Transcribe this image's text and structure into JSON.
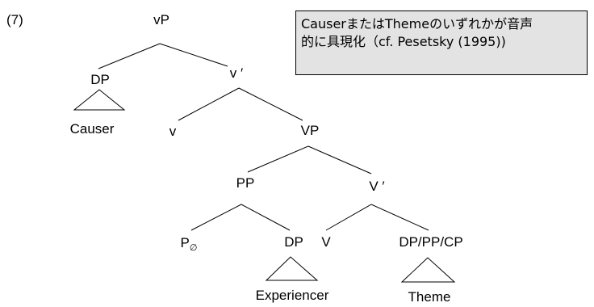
{
  "example_number": "(7)",
  "note": {
    "line1": "CauserまたはThemeのいずれかが音声",
    "line2": "的に具現化（cf. Pesetsky (1995))"
  },
  "nodes": {
    "vP": "vP",
    "DP_causer": "DP",
    "Causer": "Causer",
    "v_bar": "v ′",
    "v": "v",
    "VP": "VP",
    "PP": "PP",
    "V_bar": "V ′",
    "P": "P",
    "P_sub": "∅",
    "DP_exp": "DP",
    "Experiencer": "Experiencer",
    "V": "V",
    "DP_PP_CP": "DP/PP/CP",
    "Theme": "Theme"
  }
}
